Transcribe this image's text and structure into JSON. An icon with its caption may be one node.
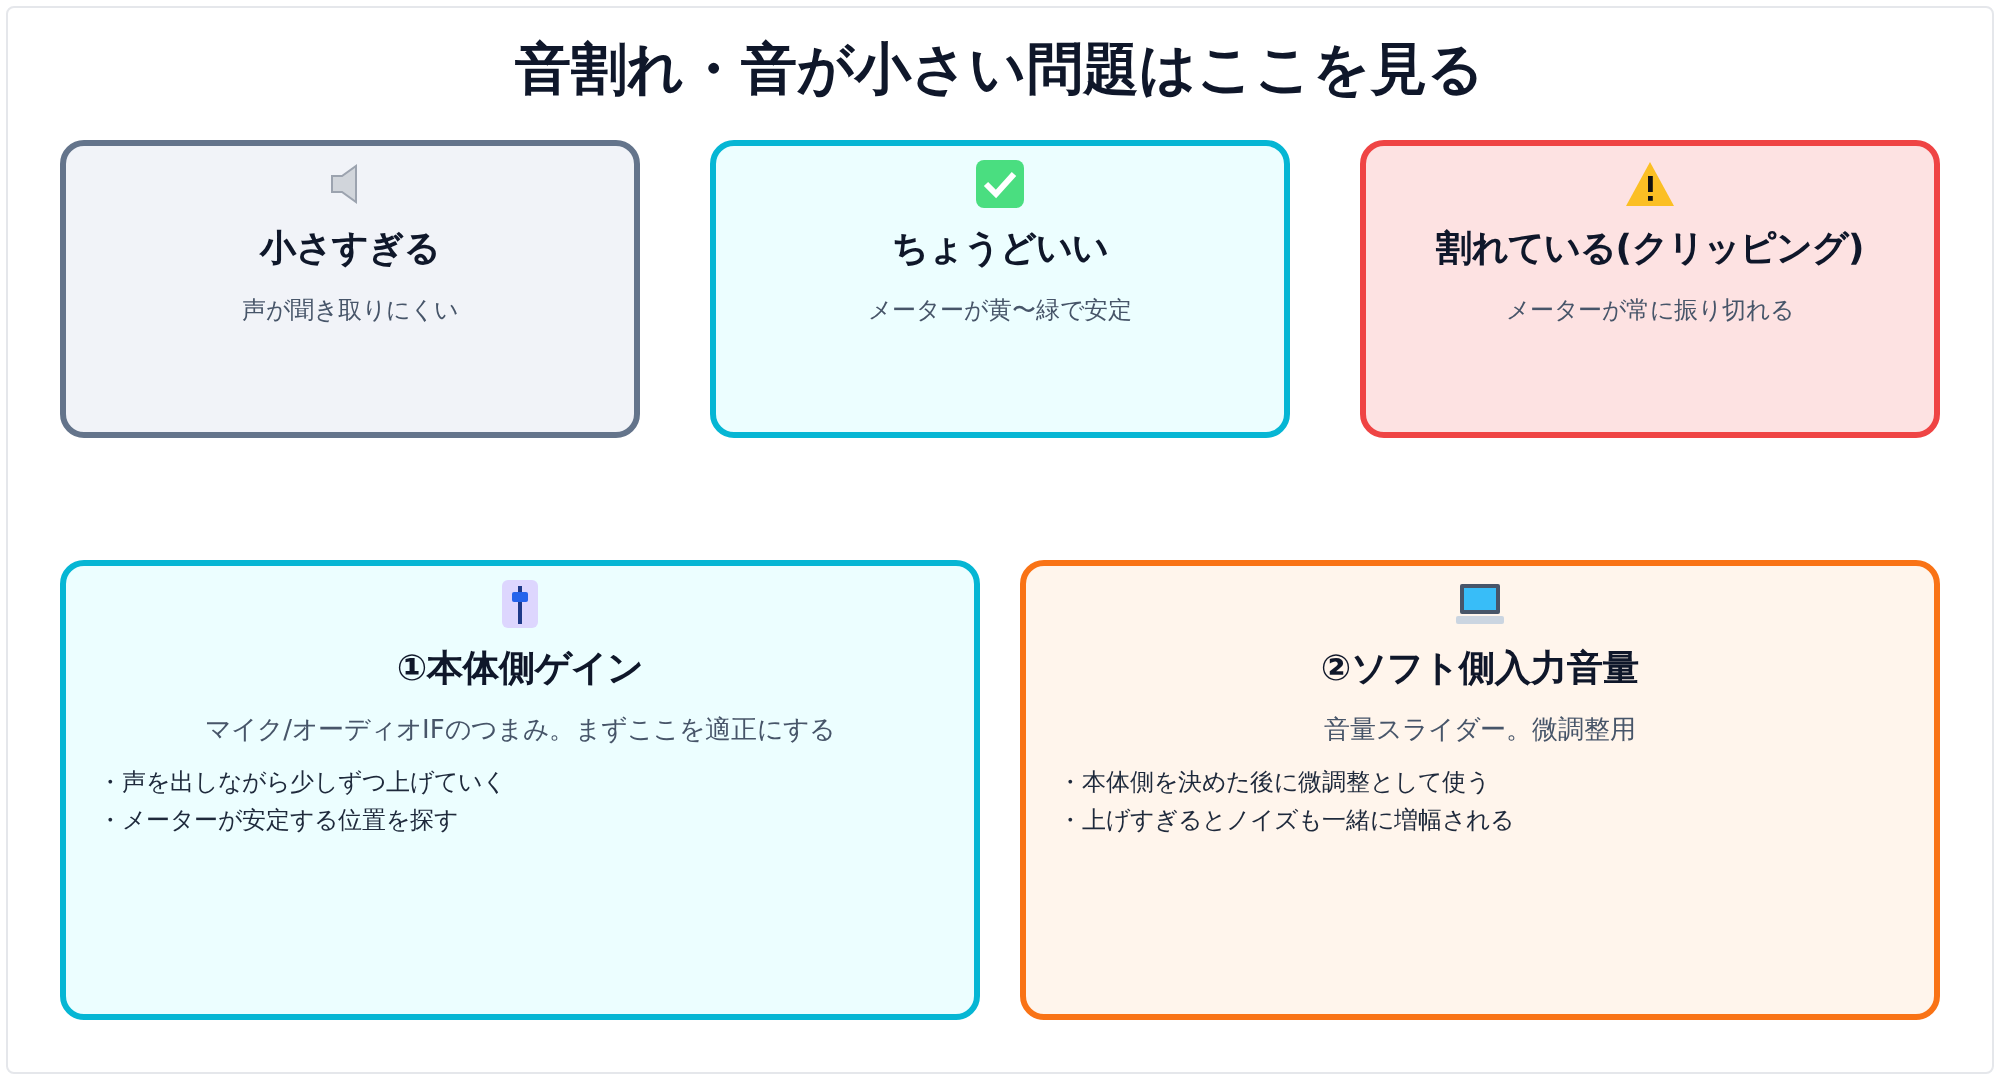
{
  "diagram": {
    "title": "音割れ・音が小さい問題はここを見る",
    "nodes": [
      {
        "text": [
          "小さすぎる",
          "声が聞き取りにくい"
        ]
      },
      {
        "text": [
          "ちょうどいい",
          "メーターが黄〜緑で安定"
        ]
      },
      {
        "text": [
          "割れている(クリッピング)",
          "メーターが常に振り切れる"
        ]
      },
      {
        "text": [
          "①本体側ゲイン",
          "マイク/オーディオIFのつまみ。まずここを適正にする",
          "・声を出しながら少しずつ上げていく",
          "・メーターが安定する位置を探す"
        ]
      },
      {
        "text": [
          "②ソフト側入力音量",
          "音量スライダー。微調整用",
          "・本体側を決めた後に微調整として使う",
          "・上げすぎるとノイズも一緒に増幅される"
        ]
      }
    ]
  }
}
